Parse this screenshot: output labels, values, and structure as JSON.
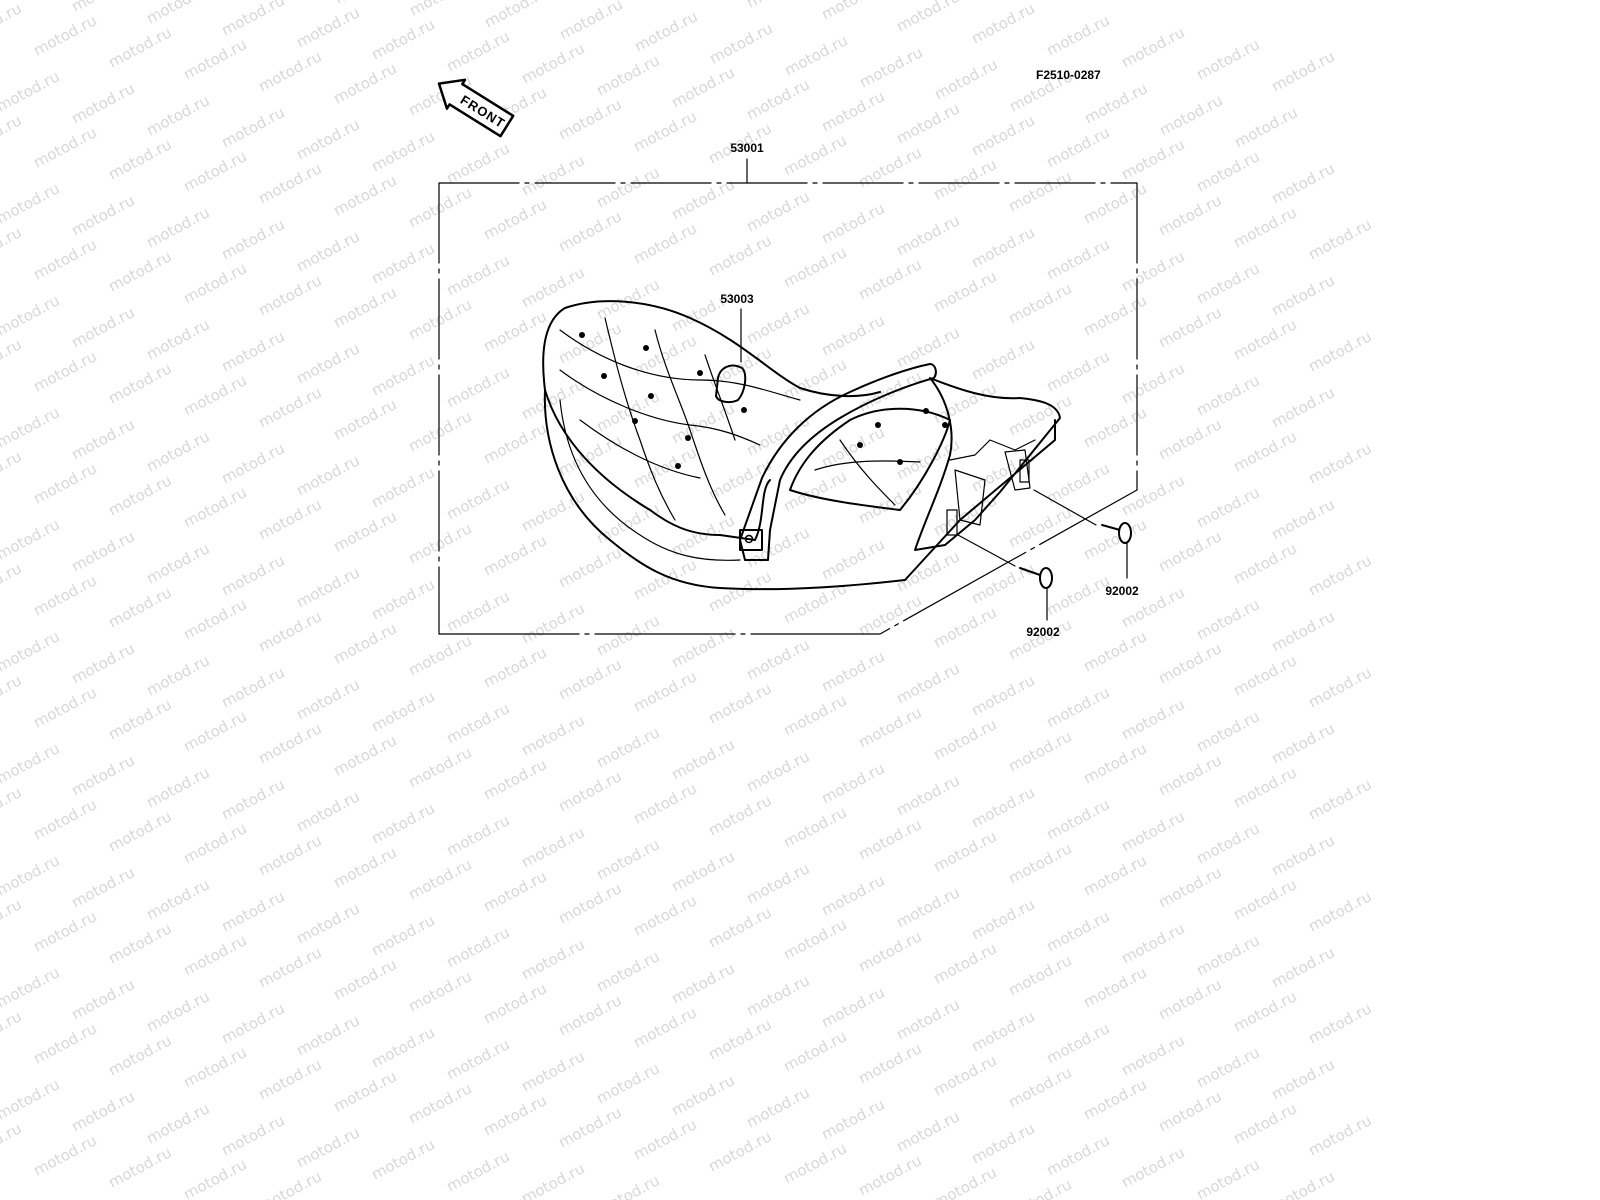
{
  "figure_code": "F2510-0287",
  "front_label": "FRONT",
  "watermark": "motod.ru",
  "parts": {
    "seat_assembly": "53001",
    "seat_part": "53003",
    "bolt_right": "92002",
    "bolt_lower": "92002"
  }
}
